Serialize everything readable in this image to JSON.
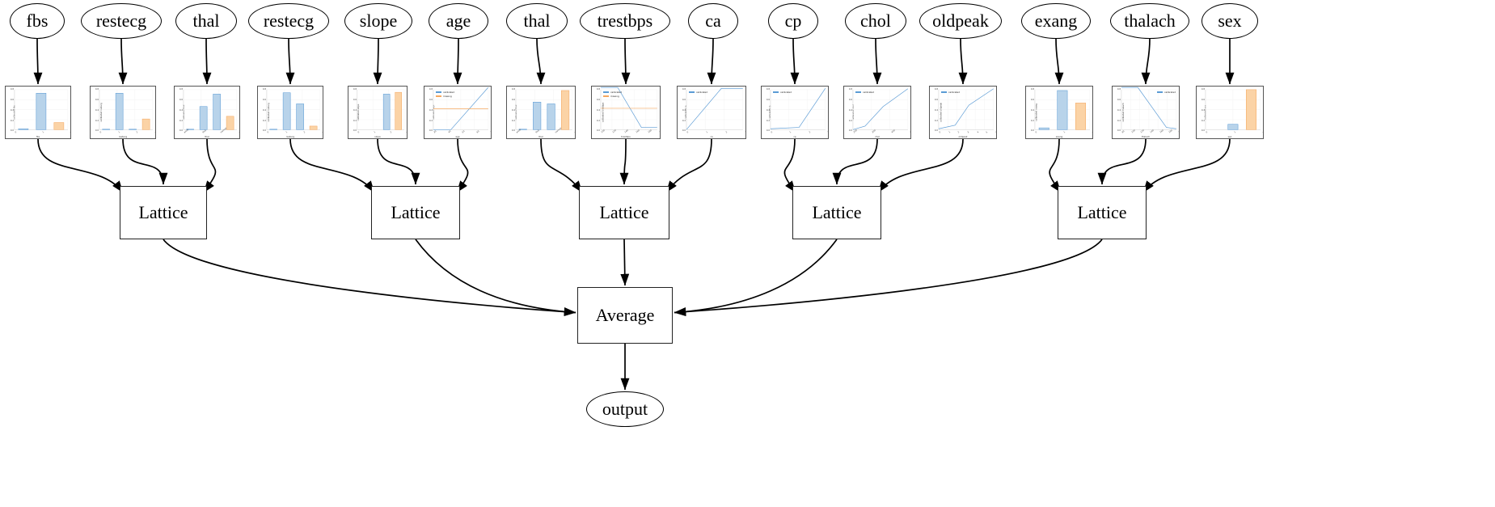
{
  "diagram": {
    "type": "calibrated-lattice-ensemble-graph",
    "title": "",
    "process_node_label": "Lattice",
    "aggregate_node_label": "Average",
    "output_node_label": "output"
  },
  "colors": {
    "calibrated": "#5b9bd5",
    "missing": "#f4a860",
    "bar_blue_fill": "#b8d3ea",
    "bar_blue_edge": "#5b9bd5",
    "bar_orange_fill": "#fbd3a6",
    "bar_orange_edge": "#f4a860",
    "node_border": "#000000",
    "box_border": "#222222",
    "plot_border": "#555555"
  },
  "features": [
    {
      "name": "fbs",
      "plot": {
        "kind": "bar",
        "ylabel": "calibrated fbs",
        "xlabel": "fbs",
        "yticks": [
          "0.0",
          "0.2",
          "0.4",
          "0.6",
          "0.8"
        ],
        "ylim": [
          0.0,
          0.9
        ],
        "xticks": [
          "0",
          "1",
          "missing"
        ],
        "bars": [
          {
            "label": "0",
            "value": 0.02,
            "series": "calibrated"
          },
          {
            "label": "1",
            "value": 0.82,
            "series": "calibrated"
          },
          {
            "label": "missing",
            "value": 0.16,
            "series": "missing"
          }
        ],
        "legend": []
      }
    },
    {
      "name": "restecg",
      "plot": {
        "kind": "bar",
        "ylabel": "calibrated restecg",
        "xlabel": "restecg",
        "yticks": [
          "0.0",
          "0.2",
          "0.4",
          "0.6",
          "0.8"
        ],
        "ylim": [
          0.0,
          0.9
        ],
        "xticks": [
          "0",
          "1",
          "2",
          "missing"
        ],
        "bars": [
          {
            "label": "0",
            "value": 0.01,
            "series": "calibrated"
          },
          {
            "label": "1",
            "value": 0.82,
            "series": "calibrated"
          },
          {
            "label": "2",
            "value": 0.01,
            "series": "calibrated"
          },
          {
            "label": "missing",
            "value": 0.24,
            "series": "missing"
          }
        ],
        "legend": []
      }
    },
    {
      "name": "thal",
      "plot": {
        "kind": "bar",
        "ylabel": "calibrated thal",
        "xlabel": "thal",
        "yticks": [
          "0.0",
          "0.2",
          "0.4",
          "0.6",
          "0.8"
        ],
        "ylim": [
          0.0,
          0.9
        ],
        "xticks": [
          "areal",
          "fixd",
          "normal",
          "missing"
        ],
        "bars": [
          {
            "label": "areal",
            "value": 0.01,
            "series": "calibrated"
          },
          {
            "label": "fixd",
            "value": 0.52,
            "series": "calibrated"
          },
          {
            "label": "normal",
            "value": 0.8,
            "series": "calibrated"
          },
          {
            "label": "missing",
            "value": 0.3,
            "series": "missing"
          }
        ],
        "legend": []
      }
    },
    {
      "name": "restecg",
      "plot": {
        "kind": "bar",
        "ylabel": "calibrated restecg",
        "xlabel": "restecg",
        "yticks": [
          "0.0",
          "0.2",
          "0.4",
          "0.6",
          "0.8"
        ],
        "ylim": [
          0.0,
          0.9
        ],
        "xticks": [
          "0",
          "1",
          "2",
          "missing"
        ],
        "bars": [
          {
            "label": "0",
            "value": 0.01,
            "series": "calibrated"
          },
          {
            "label": "1",
            "value": 0.83,
            "series": "calibrated"
          },
          {
            "label": "2",
            "value": 0.58,
            "series": "calibrated"
          },
          {
            "label": "missing",
            "value": 0.08,
            "series": "missing"
          }
        ],
        "legend": []
      }
    },
    {
      "name": "slope",
      "plot": {
        "kind": "bar",
        "ylabel": "calibrated slope",
        "xlabel": "slope",
        "yticks": [
          "0.0",
          "0.2",
          "0.4",
          "0.6",
          "0.8"
        ],
        "ylim": [
          0.0,
          0.9
        ],
        "xticks": [
          "0",
          "1",
          "2",
          "missing"
        ],
        "bars": [
          {
            "label": "0",
            "value": 0.0,
            "series": "calibrated"
          },
          {
            "label": "1",
            "value": 0.0,
            "series": "calibrated"
          },
          {
            "label": "2",
            "value": 0.8,
            "series": "calibrated"
          },
          {
            "label": "missing",
            "value": 0.84,
            "series": "missing"
          }
        ],
        "legend": []
      }
    },
    {
      "name": "age",
      "plot": {
        "kind": "line",
        "ylabel": "calibrated age",
        "xlabel": "age",
        "yticks": [
          "0.0",
          "0.2",
          "0.4",
          "0.6",
          "0.8"
        ],
        "ylim": [
          0.0,
          0.9
        ],
        "xticks": [
          "30",
          "40",
          "50",
          "60",
          "70"
        ],
        "legend": [
          "calibrated",
          "missing"
        ],
        "series": [
          {
            "name": "calibrated",
            "points": [
              [
                0.0,
                0.0
              ],
              [
                0.32,
                0.0
              ],
              [
                1.0,
                0.95
              ]
            ]
          },
          {
            "name": "missing",
            "points": [
              [
                0.0,
                0.47
              ],
              [
                1.0,
                0.47
              ]
            ]
          }
        ]
      }
    },
    {
      "name": "thal",
      "plot": {
        "kind": "bar",
        "ylabel": "calibrated thal",
        "xlabel": "thal",
        "yticks": [
          "0.0",
          "0.2",
          "0.4",
          "0.6",
          "0.8"
        ],
        "ylim": [
          0.0,
          0.9
        ],
        "xticks": [
          "areal",
          "fixd",
          "normal",
          "missing"
        ],
        "bars": [
          {
            "label": "areal",
            "value": 0.01,
            "series": "calibrated"
          },
          {
            "label": "fixd",
            "value": 0.62,
            "series": "calibrated"
          },
          {
            "label": "normal",
            "value": 0.58,
            "series": "calibrated"
          },
          {
            "label": "missing",
            "value": 0.88,
            "series": "missing"
          }
        ],
        "legend": []
      }
    },
    {
      "name": "trestbps",
      "plot": {
        "kind": "line",
        "ylabel": "calibrated trestbps",
        "xlabel": "trestbps",
        "yticks": [
          "0.0",
          "0.2",
          "0.4",
          "0.6",
          "0.8"
        ],
        "ylim": [
          0.0,
          0.9
        ],
        "xticks": [
          "100",
          "120",
          "140",
          "160",
          "180",
          "200"
        ],
        "legend": [
          "calibrated",
          "missing"
        ],
        "series": [
          {
            "name": "calibrated",
            "points": [
              [
                0.0,
                0.95
              ],
              [
                0.3,
                0.95
              ],
              [
                0.72,
                0.05
              ],
              [
                1.0,
                0.05
              ]
            ]
          },
          {
            "name": "missing",
            "points": [
              [
                0.0,
                0.48
              ],
              [
                1.0,
                0.48
              ]
            ]
          }
        ]
      }
    },
    {
      "name": "ca",
      "plot": {
        "kind": "line",
        "ylabel": "calibrated ca",
        "xlabel": "ca",
        "yticks": [
          "0.0",
          "0.2",
          "0.4",
          "0.6",
          "0.8"
        ],
        "ylim": [
          0.0,
          0.9
        ],
        "xticks": [
          "0",
          "1",
          "2",
          "3"
        ],
        "legend": [
          "calibrated"
        ],
        "series": [
          {
            "name": "calibrated",
            "points": [
              [
                0.0,
                0.0
              ],
              [
                0.62,
                0.93
              ],
              [
                1.0,
                0.93
              ]
            ]
          }
        ]
      }
    },
    {
      "name": "cp",
      "plot": {
        "kind": "line",
        "ylabel": "calibrated cp",
        "xlabel": "cp",
        "yticks": [
          "0.0",
          "0.2",
          "0.4",
          "0.6",
          "0.8"
        ],
        "ylim": [
          0.0,
          0.9
        ],
        "xticks": [
          "0",
          "1",
          "2",
          "3"
        ],
        "legend": [
          "calibrated"
        ],
        "series": [
          {
            "name": "calibrated",
            "points": [
              [
                0.0,
                0.02
              ],
              [
                0.52,
                0.05
              ],
              [
                1.0,
                0.93
              ]
            ]
          }
        ]
      }
    },
    {
      "name": "chol",
      "plot": {
        "kind": "line",
        "ylabel": "calibrated chol",
        "xlabel": "chol",
        "yticks": [
          "0.0",
          "0.2",
          "0.4",
          "0.6",
          "0.8"
        ],
        "ylim": [
          0.0,
          0.9
        ],
        "xticks": [
          "200",
          "300",
          "400",
          "500"
        ],
        "legend": [
          "calibrated"
        ],
        "series": [
          {
            "name": "calibrated",
            "points": [
              [
                0.0,
                0.0
              ],
              [
                0.22,
                0.08
              ],
              [
                0.55,
                0.52
              ],
              [
                1.0,
                0.92
              ]
            ]
          }
        ]
      }
    },
    {
      "name": "oldpeak",
      "plot": {
        "kind": "line",
        "ylabel": "calibrated oldpeak",
        "xlabel": "oldpeak",
        "yticks": [
          "0.0",
          "0.2",
          "0.4",
          "0.6",
          "0.8"
        ],
        "ylim": [
          0.0,
          0.9
        ],
        "xticks": [
          "0",
          "1",
          "2",
          "3",
          "4",
          "5",
          "6"
        ],
        "legend": [
          "calibrated"
        ],
        "series": [
          {
            "name": "calibrated",
            "points": [
              [
                0.0,
                0.02
              ],
              [
                0.3,
                0.1
              ],
              [
                0.55,
                0.55
              ],
              [
                1.0,
                0.92
              ]
            ]
          }
        ]
      }
    },
    {
      "name": "exang",
      "plot": {
        "kind": "bar",
        "ylabel": "calibrated exang",
        "xlabel": "exang",
        "yticks": [
          "0.0",
          "0.2",
          "0.4",
          "0.6",
          "0.8"
        ],
        "ylim": [
          0.0,
          0.9
        ],
        "xticks": [
          "0",
          "1",
          "missing"
        ],
        "bars": [
          {
            "label": "0",
            "value": 0.04,
            "series": "calibrated"
          },
          {
            "label": "1",
            "value": 0.88,
            "series": "calibrated"
          },
          {
            "label": "missing",
            "value": 0.6,
            "series": "missing"
          }
        ],
        "legend": []
      }
    },
    {
      "name": "thalach",
      "plot": {
        "kind": "line",
        "ylabel": "calibrated thalach",
        "xlabel": "thalach",
        "yticks": [
          "0.0",
          "0.2",
          "0.4",
          "0.6",
          "0.8"
        ],
        "ylim": [
          0.0,
          0.9
        ],
        "xticks": [
          "80",
          "100",
          "120",
          "140",
          "160",
          "180",
          "200"
        ],
        "legend": [
          "calibrated"
        ],
        "series": [
          {
            "name": "calibrated",
            "points": [
              [
                0.0,
                0.95
              ],
              [
                0.3,
                0.95
              ],
              [
                0.82,
                0.05
              ],
              [
                1.0,
                0.02
              ]
            ]
          }
        ]
      }
    },
    {
      "name": "sex",
      "plot": {
        "kind": "bar",
        "ylabel": "calibrated sex",
        "xlabel": "sex",
        "yticks": [
          "0.0",
          "0.2",
          "0.4",
          "0.6",
          "0.8"
        ],
        "ylim": [
          0.0,
          0.9
        ],
        "xticks": [
          "0",
          "1",
          "missing"
        ],
        "bars": [
          {
            "label": "0",
            "value": 0.0,
            "series": "calibrated"
          },
          {
            "label": "1",
            "value": 0.12,
            "series": "calibrated"
          },
          {
            "label": "missing",
            "value": 0.9,
            "series": "missing"
          }
        ],
        "legend": []
      }
    }
  ],
  "lattices": [
    {
      "label": "Lattice",
      "inputs": [
        "fbs",
        "restecg",
        "thal"
      ]
    },
    {
      "label": "Lattice",
      "inputs": [
        "restecg",
        "slope",
        "age"
      ]
    },
    {
      "label": "Lattice",
      "inputs": [
        "thal",
        "trestbps",
        "ca"
      ]
    },
    {
      "label": "Lattice",
      "inputs": [
        "cp",
        "chol",
        "oldpeak"
      ]
    },
    {
      "label": "Lattice",
      "inputs": [
        "exang",
        "thalach",
        "sex"
      ]
    }
  ],
  "average": {
    "label": "Average"
  },
  "output": {
    "label": "output"
  }
}
